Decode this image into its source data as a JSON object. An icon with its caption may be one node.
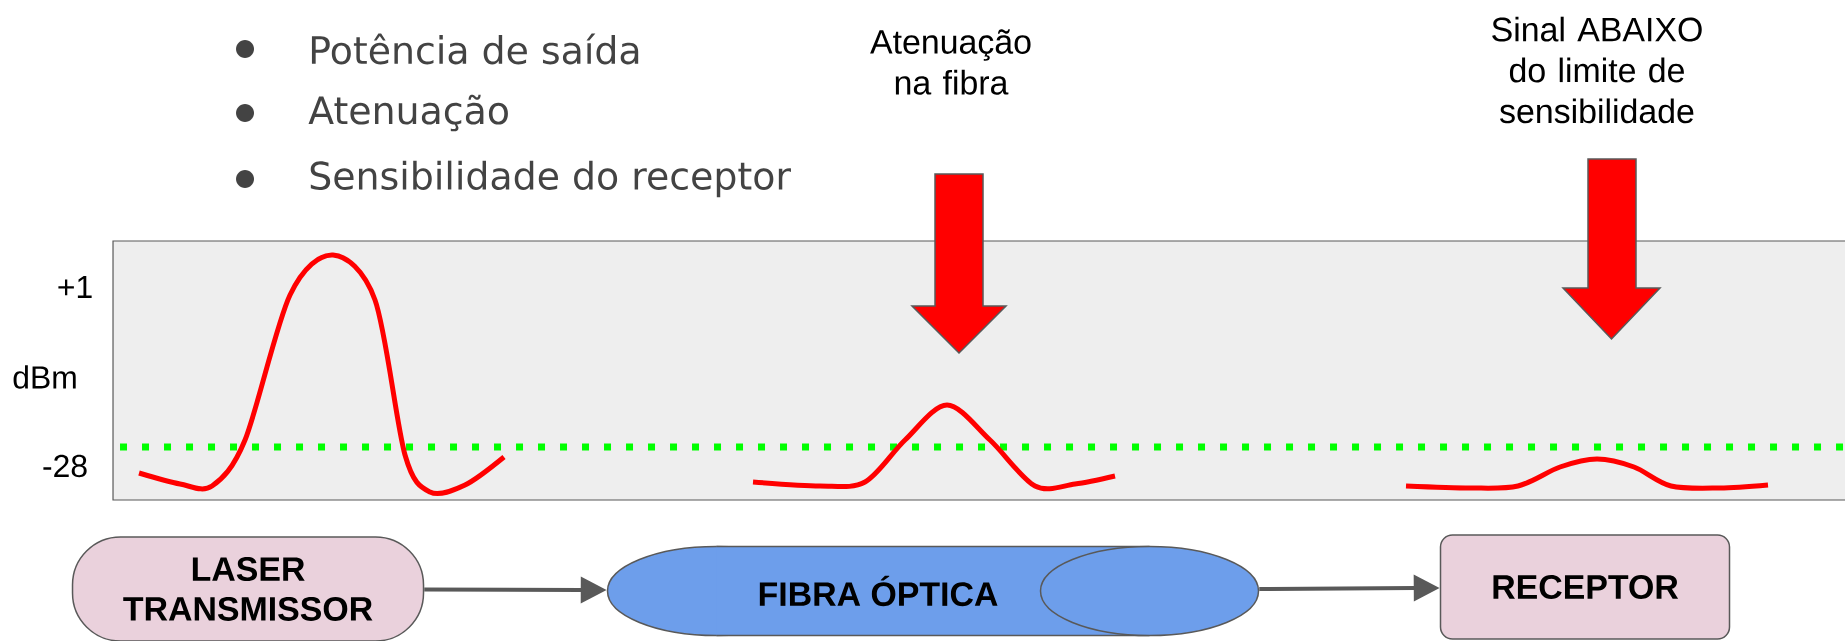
{
  "diagram": {
    "nodes": [
      {
        "text": [
          "LASER TRANSMISSOR"
        ]
      },
      {
        "text": [
          "FIBRA ÓPTICA"
        ]
      },
      {
        "text": [
          "RECEPTOR"
        ]
      }
    ],
    "edges": [
      {
        "from": 0,
        "to": 1,
        "arrow": "to"
      },
      {
        "from": 1,
        "to": 2,
        "arrow": "to"
      }
    ],
    "labels": [
      "Potência de saída",
      "Atenuação",
      "Sensibilidade do receptor",
      "Atenuação na fibra",
      "Sinal ABAIXO do limite de sensibilidade",
      "+1",
      "dBm",
      "-28"
    ]
  }
}
